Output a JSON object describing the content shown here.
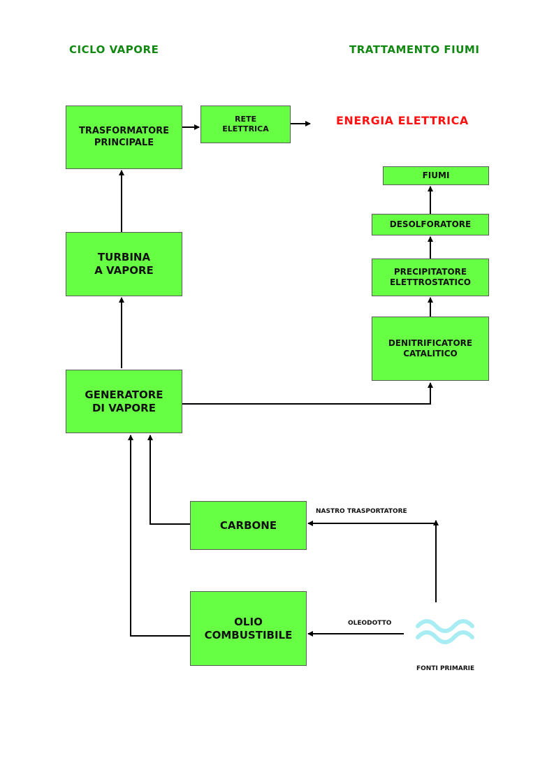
{
  "headings": {
    "left": "CICLO VAPORE",
    "right": "TRATTAMENTO FIUMI",
    "energy": "ENERGIA ELETTRICA"
  },
  "nodes": {
    "trasformatore": "TRASFORMATORE\nPRINCIPALE",
    "rete": "RETE\nELETTRICA",
    "turbina": "TURBINA\nA VAPORE",
    "generatore": "GENERATORE\nDI VAPORE",
    "carbone": "CARBONE",
    "olio": "OLIO\nCOMBUSTIBILE",
    "fiumi": "FIUMI",
    "desolforatore": "DESOLFORATORE",
    "precipitatore": "PRECIPITATORE\nELETTROSTATICO",
    "denitrificatore": "DENITRIFICATORE\nCATALITICO"
  },
  "labels": {
    "nastro": "NASTRO TRASPORTATORE",
    "oleodotto": "OLEODOTTO",
    "fonti": "FONTI PRIMARIE"
  },
  "colors": {
    "heading_green": "#118811",
    "energy_red": "#ff1111",
    "box_fill": "#66ff44",
    "water_icon": "#a8ecf4"
  }
}
